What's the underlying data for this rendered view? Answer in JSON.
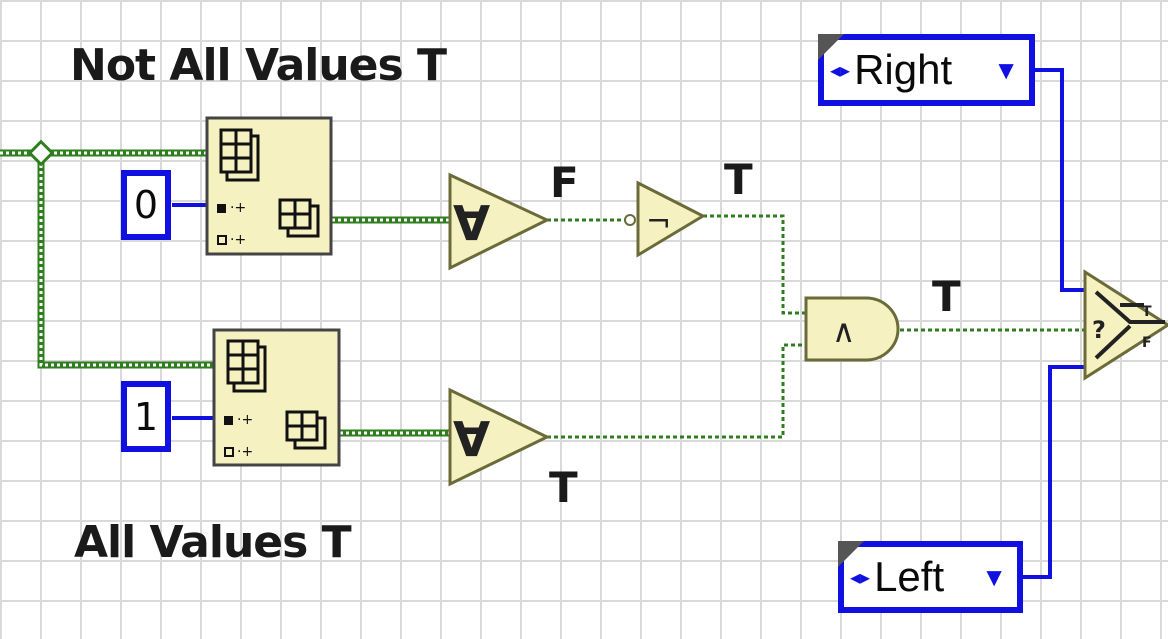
{
  "headings": {
    "top": "Not All Values T",
    "bottom": "All Values T"
  },
  "constants": {
    "index_top": "0",
    "index_bottom": "1"
  },
  "rings": {
    "right": {
      "label": "Right",
      "increment_icon": "◂▸",
      "dropdown_icon": "▼"
    },
    "left": {
      "label": "Left",
      "increment_icon": "◂▸",
      "dropdown_icon": "▼"
    }
  },
  "wire_values": {
    "or_top_output": "F",
    "not_output": "T",
    "and_output": "T",
    "or_bottom_output": "T"
  },
  "node_glyphs": {
    "or_array": "∀",
    "not": "¬",
    "and": "∧",
    "select_question": "?",
    "select_true": "T",
    "select_false": "F"
  },
  "colors": {
    "boolean_wire": "#2e7d1e",
    "enum_wire": "#1010e0",
    "node_fill": "#f6f1c1",
    "node_stroke": "#6b6b3a"
  }
}
